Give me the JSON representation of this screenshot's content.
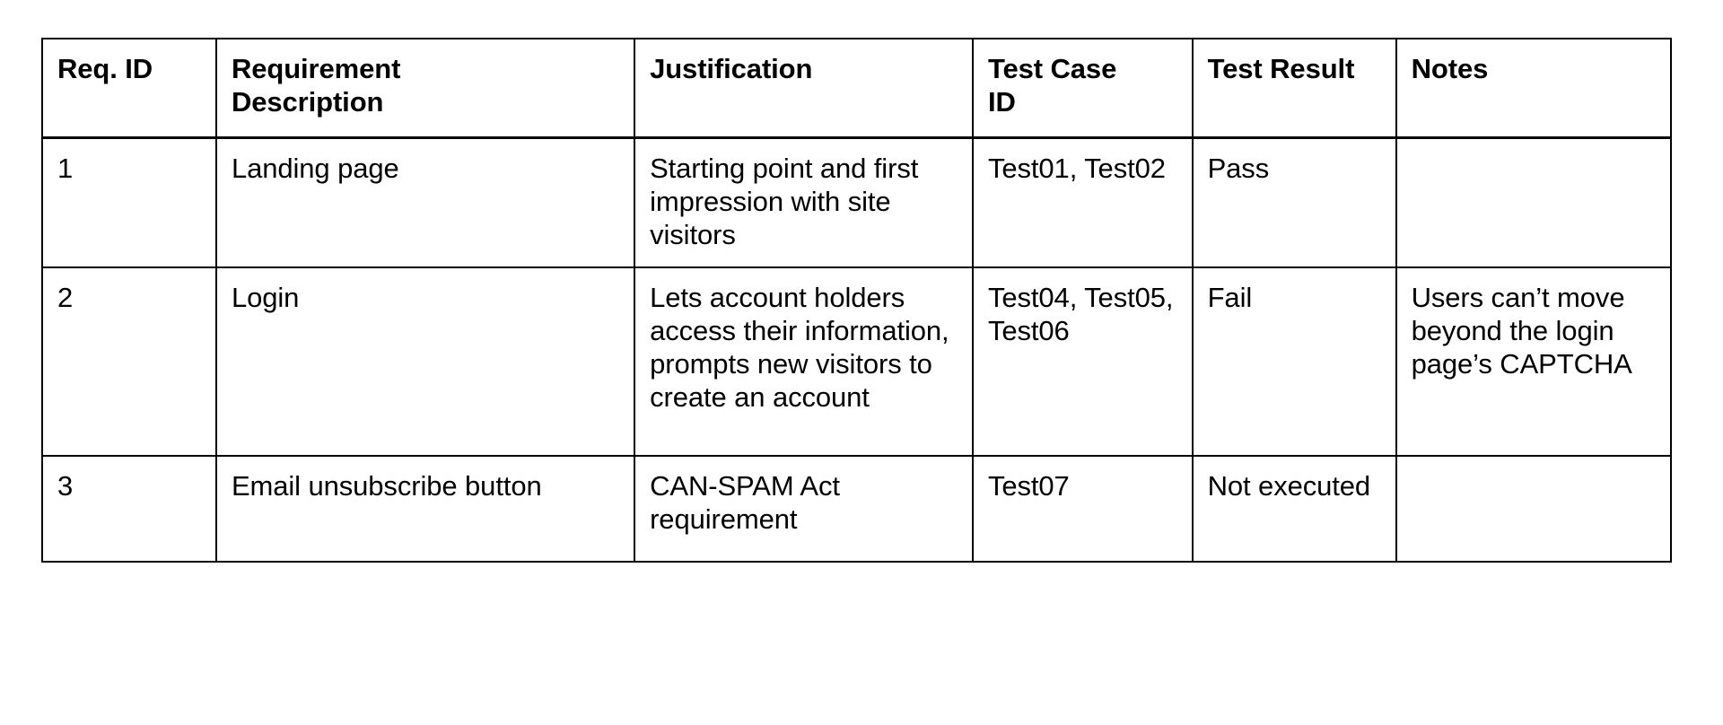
{
  "document": {
    "type": "requirements-traceability-matrix",
    "background_color": "#ffffff",
    "text_color": "#000000",
    "border_color": "#000000"
  },
  "table": {
    "columns": [
      {
        "key": "req_id",
        "label": "Req. ID"
      },
      {
        "key": "description",
        "label": "Requirement\nDescription"
      },
      {
        "key": "justification",
        "label": "Justification"
      },
      {
        "key": "test_case_id",
        "label": "Test Case\nID"
      },
      {
        "key": "test_result",
        "label": "Test Result"
      },
      {
        "key": "notes",
        "label": "Notes"
      }
    ],
    "rows": [
      {
        "req_id": "1",
        "description": "Landing page",
        "justification": "Starting point and first impression with site visitors",
        "test_case_id": "Test01, Test02",
        "test_result": "Pass",
        "notes": ""
      },
      {
        "req_id": "2",
        "description": "Login",
        "justification": "Lets account holders access their information, prompts new visitors to create an account",
        "test_case_id": "Test04, Test05, Test06",
        "test_result": "Fail",
        "notes": "Users can’t move beyond the login page’s CAPTCHA"
      },
      {
        "req_id": "3",
        "description": "Email unsubscribe button",
        "justification": "CAN-SPAM Act requirement",
        "test_case_id": "Test07",
        "test_result": "Not executed",
        "notes": ""
      }
    ]
  }
}
